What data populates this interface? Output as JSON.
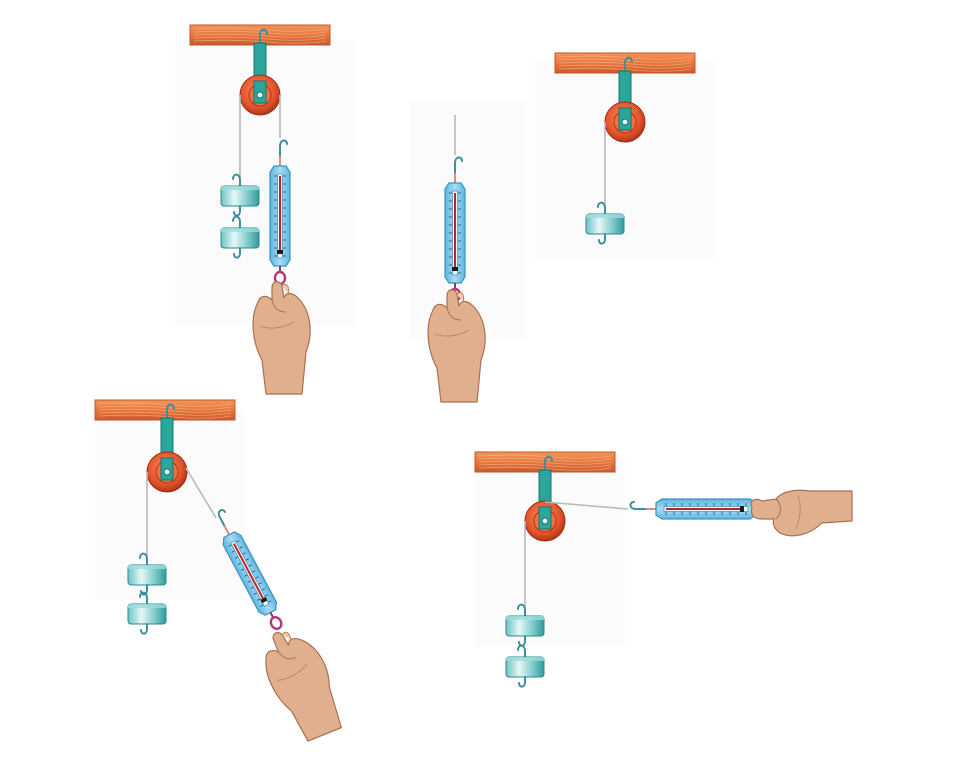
{
  "figure": {
    "description_visible_text": "",
    "colors": {
      "beam": "#e8773d",
      "beam_edge": "#c2542a",
      "pulley": "#e2552d",
      "pulley_hub": "#1f9e94",
      "bracket": "#2aa79a",
      "spring_scale_body": "#7dc6e6",
      "spring_scale_edge": "#3b93c2",
      "scale_indicator": "#c0222b",
      "weight": "#4db5b6",
      "weight_light": "#cfeeee",
      "hook": "#3d8fa0",
      "ring": "#b03a78",
      "string": "#b9b9b9",
      "skin": "#e0b08e",
      "skin_shadow": "#a97152",
      "sleeve": "#ffffff"
    },
    "setups": [
      {
        "id": "A",
        "name": "fixed-pulley-vertical-pull",
        "has_pulley": true,
        "weights": 2,
        "pull_direction": "down"
      },
      {
        "id": "B",
        "name": "spring-scale-only",
        "has_pulley": false,
        "weights": 0,
        "pull_direction": "down"
      },
      {
        "id": "C",
        "name": "fixed-pulley-single-weight",
        "has_pulley": true,
        "weights": 1,
        "pull_direction": "none"
      },
      {
        "id": "D",
        "name": "fixed-pulley-diagonal-pull",
        "has_pulley": true,
        "weights": 2,
        "pull_direction": "down-right"
      },
      {
        "id": "E",
        "name": "fixed-pulley-horizontal-pull",
        "has_pulley": true,
        "weights": 2,
        "pull_direction": "right"
      }
    ]
  }
}
